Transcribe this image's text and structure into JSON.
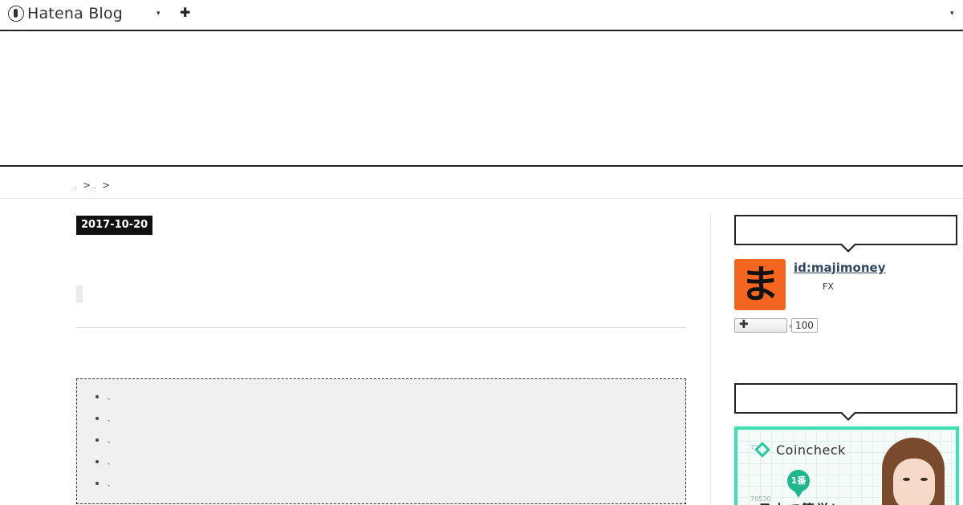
{
  "topbar": {
    "logo_text": "Hatena Blog",
    "dropdown_icon": "caret-down-icon",
    "add_label": "✚",
    "right_dropdown_icon": "caret-down-icon"
  },
  "breadcrumb": {
    "items": [
      "、",
      "、"
    ],
    "separator": ">"
  },
  "article": {
    "date": "2017-10-20",
    "toc_items": [
      "、",
      "、",
      "、",
      "、",
      "、"
    ]
  },
  "sidebar": {
    "profile": {
      "id": "id:majimoney",
      "avatar_char": "ま",
      "avatar_color": "#f2661f",
      "description": "FX",
      "subscribe_icon": "plus-icon",
      "subscriber_count": "100"
    },
    "ad": {
      "brand": "Coincheck",
      "badge": "1番",
      "headline": "日本で簡単に",
      "tick_top": "72",
      "tick_bottom": "70530",
      "accent_color": "#3de0b5"
    }
  }
}
